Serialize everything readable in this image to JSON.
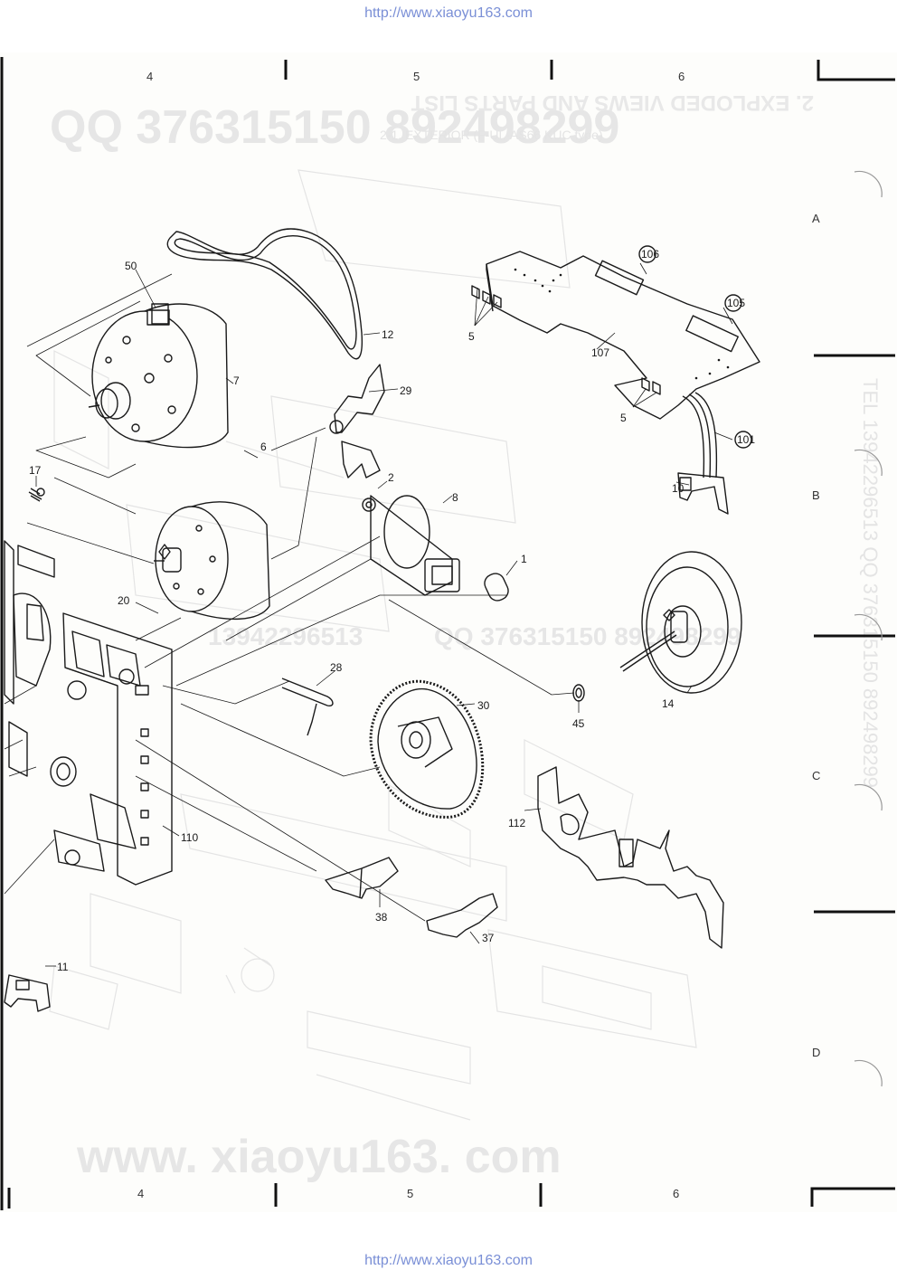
{
  "header": {
    "url_top": "http://www.xiaoyu163.com",
    "url_bottom": "http://www.xiaoyu163.com"
  },
  "watermarks": {
    "qq_top": "QQ 376315150   892498299",
    "title_ghost": "2. EXPLODED VIEWS AND PARTS LIST",
    "subtitle_ghost": "2-1. EXTERIOR (F-UL-AS66 KUC type)",
    "tel_vertical": "TEL 13942296513  QQ 376315150  892498299",
    "mid_phone": "13942296513",
    "mid_qq": "QQ 376315150  892498299",
    "bottom_site": "www. xiaoyu163. com"
  },
  "grid": {
    "columns_top": [
      "4",
      "5",
      "6"
    ],
    "columns_bottom": [
      "4",
      "5",
      "6"
    ],
    "rows": [
      "A",
      "B",
      "C",
      "D"
    ]
  },
  "callouts": {
    "c50": "50",
    "c12": "12",
    "c7": "7",
    "c29": "29",
    "c6": "6",
    "c17": "17",
    "c2": "2",
    "c8": "8",
    "c1": "1",
    "c20": "20",
    "c28": "28",
    "c30": "30",
    "c14": "14",
    "c45": "45",
    "c110": "110",
    "c112": "112",
    "c38": "38",
    "c37": "37",
    "c11": "11",
    "c5a": "5",
    "c5b": "5",
    "c107": "107",
    "c10": "10",
    "c106": "106",
    "c105": "105",
    "c101": "101"
  },
  "colors": {
    "line": "#1a1a1a",
    "ghost": "#e2e2e2",
    "link": "#7a8fd6"
  }
}
